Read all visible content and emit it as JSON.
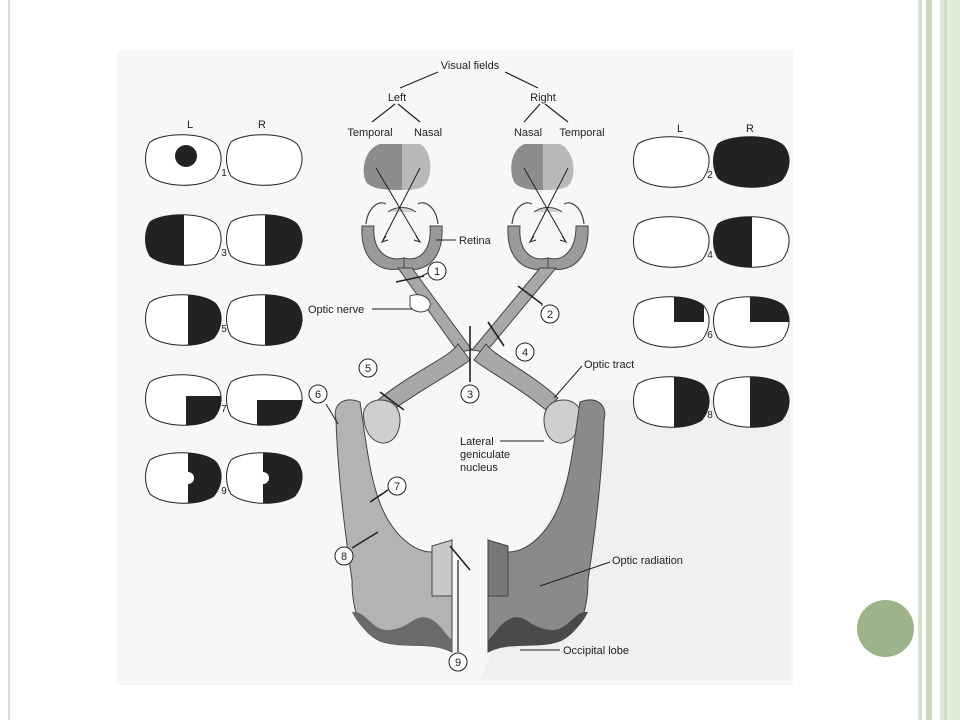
{
  "diagram": {
    "title": "Visual fields",
    "side_left": "Left",
    "side_right": "Right",
    "temporal_left": "Temporal",
    "nasal_left": "Nasal",
    "nasal_right": "Nasal",
    "temporal_right": "Temporal",
    "field_label_L": "L",
    "field_label_R": "R",
    "retina": "Retina",
    "optic_nerve": "Optic nerve",
    "optic_tract": "Optic tract",
    "lgn_line1": "Lateral",
    "lgn_line2": "geniculate",
    "lgn_line3": "nucleus",
    "optic_radiation": "Optic radiation",
    "occipital_lobe": "Occipital lobe",
    "lesions": [
      "1",
      "2",
      "3",
      "4",
      "5",
      "6",
      "7",
      "8",
      "9"
    ],
    "defects": [
      "1",
      "2",
      "3",
      "4",
      "5",
      "6",
      "7",
      "8",
      "9"
    ]
  },
  "colors": {
    "dark": "#222222",
    "pathway": "#9a9a9a",
    "pathway_light": "#bdbdbd",
    "cortex_dark": "#6a6a6a",
    "accent": "#9db48a"
  }
}
